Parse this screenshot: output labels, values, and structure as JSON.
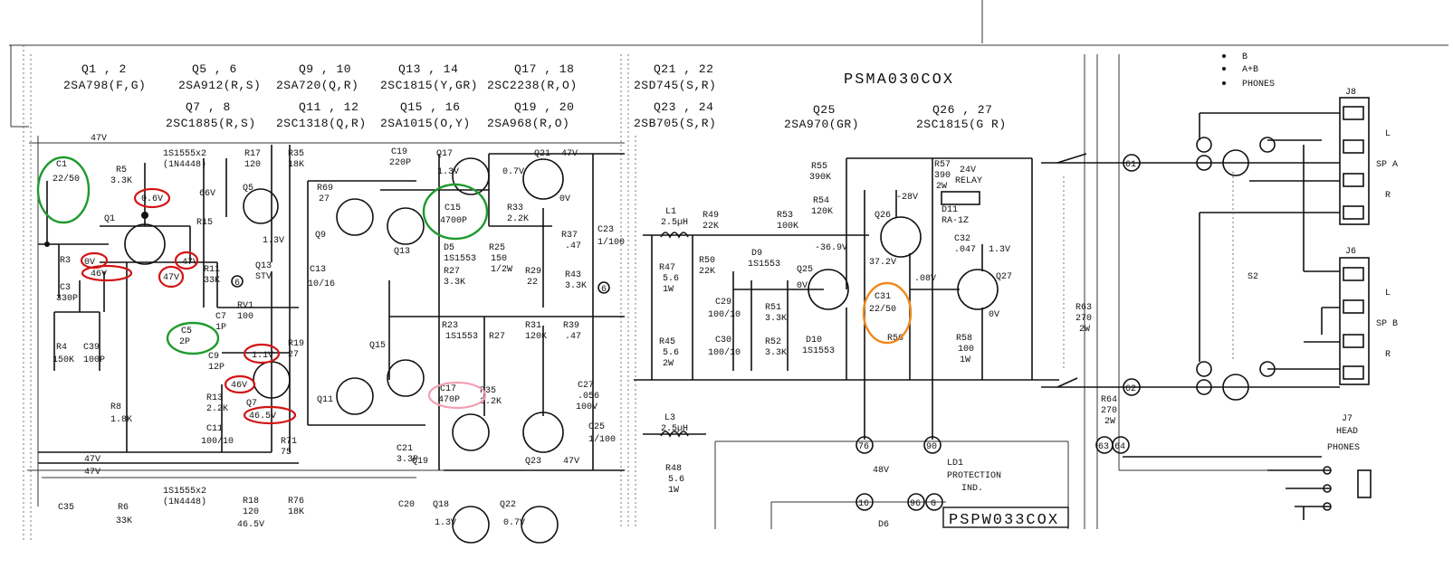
{
  "headers": {
    "q1_2": {
      "ref": "Q1 , 2",
      "part": "2SA798(F,G)"
    },
    "q5_6": {
      "ref": "Q5 , 6",
      "part": "2SA912(R,S)"
    },
    "q7_8": {
      "ref": "Q7 , 8",
      "part": "2SC1885(R,S)"
    },
    "q9_10": {
      "ref": "Q9 , 10",
      "part": "2SA720(Q,R)"
    },
    "q11_12": {
      "ref": "Q11 , 12",
      "part": "2SC1318(Q,R)"
    },
    "q13_14": {
      "ref": "Q13 , 14",
      "part": "2SC1815(Y,GR)"
    },
    "q15_16": {
      "ref": "Q15 , 16",
      "part": "2SA1015(O,Y)"
    },
    "q17_18": {
      "ref": "Q17 , 18",
      "part": "2SC2238(R,O)"
    },
    "q19_20": {
      "ref": "Q19 , 20",
      "part": "2SA968(R,O)"
    },
    "q21_22": {
      "ref": "Q21 , 22",
      "part": "2SD745(S,R)"
    },
    "q23_24": {
      "ref": "Q23 , 24",
      "part": "2SB705(S,R)"
    },
    "q25": {
      "ref": "Q25",
      "part": "2SA970(GR)"
    },
    "q26_27": {
      "ref": "Q26 , 27",
      "part": "2SC1815(G R)"
    }
  },
  "board_ids": {
    "main": "PSMA030COX",
    "power": "PSPW033COX"
  },
  "legend": {
    "a": "B",
    "b": "A+B",
    "c": "PHONES"
  },
  "connectors": {
    "j8": "J8",
    "j6": "J6",
    "s2": "S2",
    "ch_l": "L",
    "ch_r": "R",
    "sp_a": "SP A",
    "sp_b": "SP B",
    "j7": "J7",
    "head": "HEAD",
    "phones": "PHONES"
  },
  "relay": {
    "voltage": "24V",
    "label": "RELAY",
    "led": "LD1",
    "led_desc_1": "PROTECTION",
    "led_desc_2": "IND."
  },
  "components": {
    "c1": "C1",
    "c1_val": "22/50",
    "r5": "R5",
    "r5_val": "3.3K",
    "q1": "Q1",
    "r3": "R3",
    "c3": "C3",
    "c3_val": "330P",
    "rx": "R4",
    "rx_val": "150K",
    "c39": "C39",
    "c39_val": "100P",
    "r8": "R8",
    "r8_val": "1.8K",
    "c35": "C35",
    "r6": "R6",
    "r6_val": "33K",
    "d1": "1S1555x2",
    "d1b": "(1N4448)",
    "q5": "Q5",
    "r17": "R17",
    "r17_val": "120",
    "r15": "R15",
    "r11": "R11",
    "r11_val": "33K",
    "c5": "C5",
    "c5_val": "2P",
    "c7": "C7",
    "c7_val": "1P",
    "c9": "C9",
    "c9_val": "12P",
    "r13": "R13",
    "r13_val": "2.2K",
    "c11": "C11",
    "c11_val": "100/10",
    "q7": "Q7",
    "rv1": "RV1",
    "rv1_val": "100",
    "r19": "R19",
    "r19_val": "27",
    "r71": "R71",
    "r71_val": "75",
    "q13l": "Q13",
    "q13l_val": "STV",
    "c13": "C13",
    "c13_val": "10/16",
    "r35": "R35",
    "r35_val": "18K",
    "r18": "R18",
    "r18_val": "120",
    "r76": "R76",
    "r76_val": "18K",
    "d2": "1S1555x2",
    "d2b": "(1N4448)",
    "r69": "R69",
    "r69_val": "27",
    "q9": "Q9",
    "q11": "Q11",
    "q13": "Q13",
    "q15": "Q15",
    "c19": "C19",
    "c19_val": "220P",
    "q17": "Q17",
    "c15": "C15",
    "c15_val": "4700P",
    "d5": "D5",
    "d5_val": "1S1553",
    "r27": "R27",
    "r27_val": "3.3K",
    "r25": "R25",
    "r25_val": "150",
    "r25_w": "1/2W",
    "r33": "R33",
    "r33_val": "2.2K",
    "q21": "Q21",
    "r37": "R37",
    "r37_val": ".47",
    "r29": "R29",
    "r29_val": "22",
    "r43": "R43",
    "r43_val": "3.3K",
    "r23": "R23",
    "d7": "1S1553",
    "r31": "R31",
    "r31_val": "120K",
    "r39": "R39",
    "r39_val": ".47",
    "c17": "C17",
    "c17_val": "470P",
    "r35b": "R35",
    "r35b_val": "2.2K",
    "q19": "Q19",
    "q23": "Q23",
    "c21": "C21",
    "c21_val": "3.3P",
    "c20": "C20",
    "q18": "Q18",
    "q22": "Q22",
    "c23": "C23",
    "c23_val": "1/100",
    "c25": "C25",
    "c25_val": "1/100",
    "c27": "C27",
    "c27_val": ".056",
    "c27_v": "100V",
    "l1": "L1",
    "l1_val": "2.5µH",
    "r49": "R49",
    "r49_val": "22K",
    "r47": "R47",
    "r47_val": "5.6",
    "r47_w": "1W",
    "r50": "R50",
    "r50_val": "22K",
    "d9": "D9",
    "d9_val": "1S1553",
    "q25": "Q25",
    "c29": "C29",
    "c29_val": "100/10",
    "r51": "R51",
    "r51_val": "3.3K",
    "r52": "R52",
    "r52_val": "3.3K",
    "d10": "D10",
    "d10_val": "1S1553",
    "c30": "C30",
    "c30_val": "100/10",
    "r45": "R45",
    "r45_val": "5.6",
    "r45_w": "2W",
    "l3": "L3",
    "l3_val": "2.5µH",
    "r48": "R48",
    "r48_val": "5.6",
    "r48_w": "1W",
    "r55": "R55",
    "r55_val": "390K",
    "r54": "R54",
    "r54_val": "120K",
    "r53": "R53",
    "r53_val": "100K",
    "q26": "Q26",
    "r57": "R57",
    "r57_val": "390",
    "r57_w": "2W",
    "d11": "D11",
    "d11_val": "RA-1Z",
    "c32": "C32",
    "c32_val": ".047",
    "q27": "Q27",
    "c31": "C31",
    "c31_val": "22/50",
    "r56": "R56",
    "r58": "R58",
    "r58_val": "100",
    "r58_w": "1W",
    "r63": "R63",
    "r63_val": "270",
    "r63_w": "2W",
    "r64": "R64",
    "r64_val": "270",
    "r64_w": "2W"
  },
  "voltages": {
    "v_rail_top": "47V",
    "v_rail_bot": "47V",
    "v_q1_base": "0.6V",
    "v_q1_e": "0V",
    "v_q1_c": "46V",
    "v_q1_r": "47V",
    "v_q1_r2": "47V",
    "v_q7_b": "1.1V",
    "v_q7_e": "46V",
    "v_q7_c": "46.5V",
    "v_q5": "66V",
    "v_q13": "1.3V",
    "v_q17": "1.3V",
    "v_q21": "0.7V",
    "v_q21e": "47V",
    "v_out": "0V",
    "v_q23": "47V",
    "v_q25": "0V",
    "v_n369": "-36.9V",
    "v_q26": "-28V",
    "v_q26b": "37.2V",
    "v_q27": "0V",
    "v_08": ".08V",
    "v_13": "1.3V",
    "v_48": "48V",
    "v_q18": "1.3V",
    "v_q22": "0.7V",
    "v_465": "46.5V"
  },
  "nodes": [
    "61",
    "62",
    "63",
    "64",
    "76",
    "90",
    "16",
    "96",
    "6",
    "D6",
    "G"
  ]
}
